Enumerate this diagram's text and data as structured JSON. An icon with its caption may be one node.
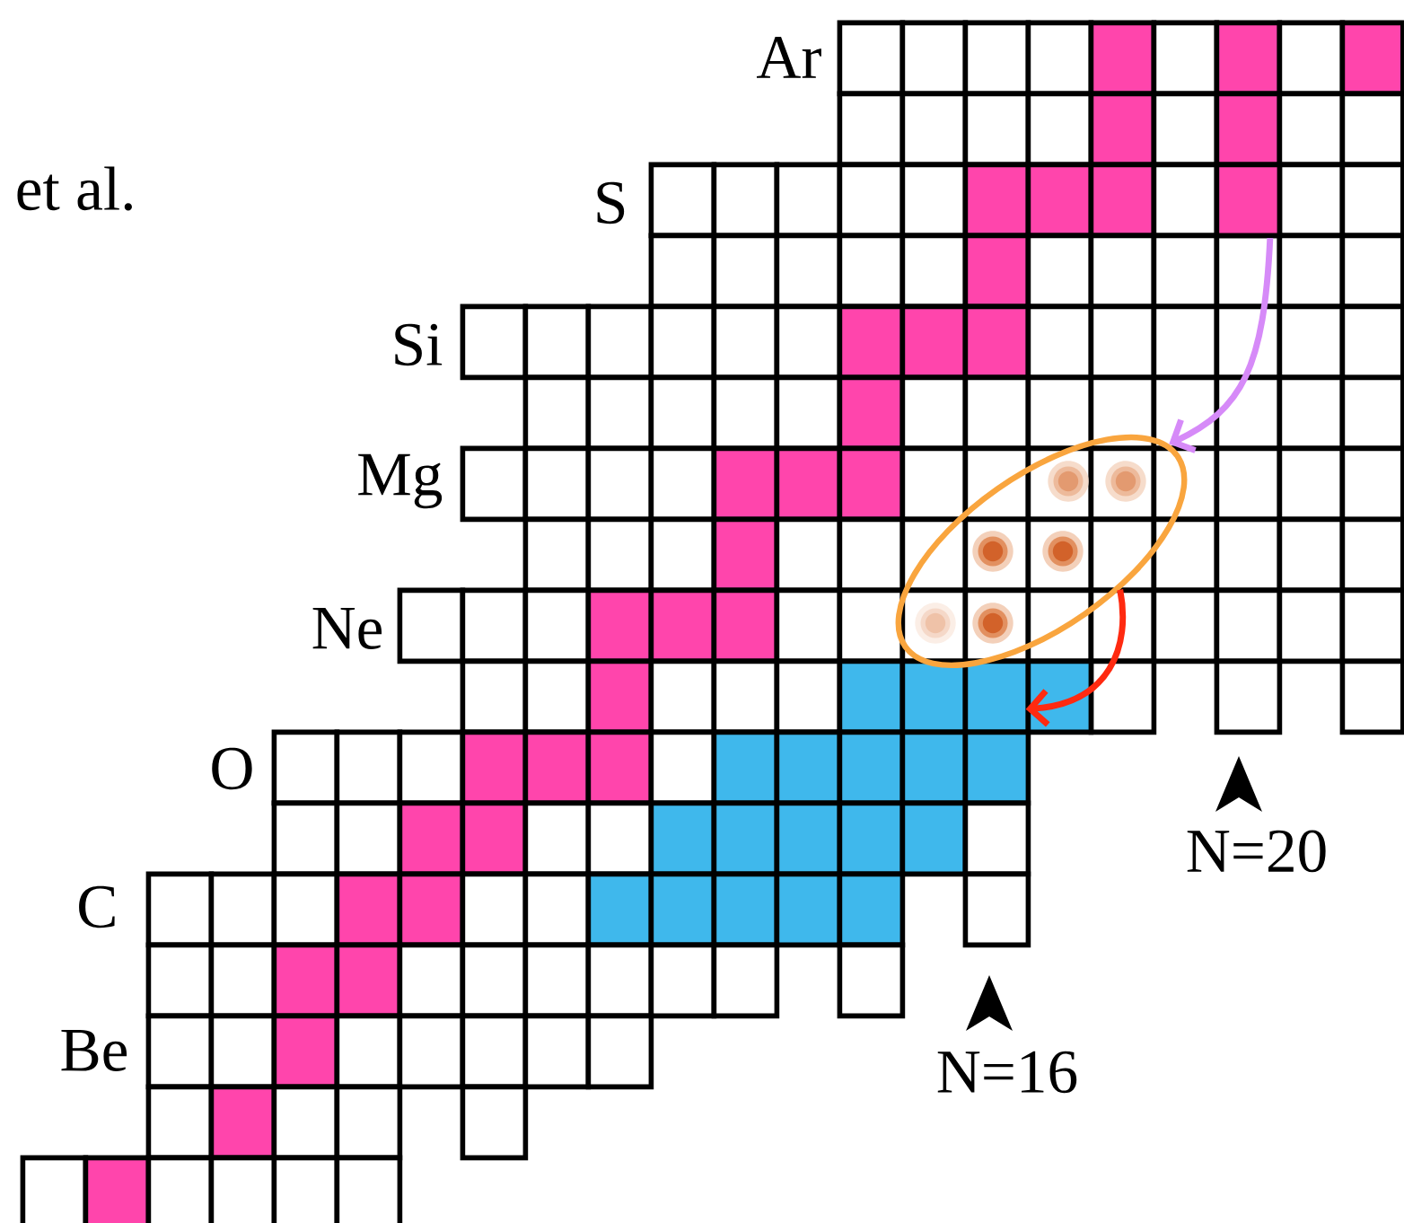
{
  "diagram": {
    "nodes": [
      {
        "text": [],
        "shape": "box"
      },
      {
        "text": [],
        "shape": "ellipse"
      },
      {
        "text": [],
        "shape": "box"
      }
    ],
    "edges": [
      {
        "from": 0,
        "to": 1,
        "arrow": "to",
        "color": "#d68af8"
      },
      {
        "from": 1,
        "to": 2,
        "arrow": "to",
        "color": "#ff2a10"
      }
    ],
    "labels": [
      "et al.",
      "Ar",
      "S",
      "Si",
      "Mg",
      "Ne",
      "O",
      "C",
      "Be",
      "N=20",
      "N=16"
    ]
  }
}
